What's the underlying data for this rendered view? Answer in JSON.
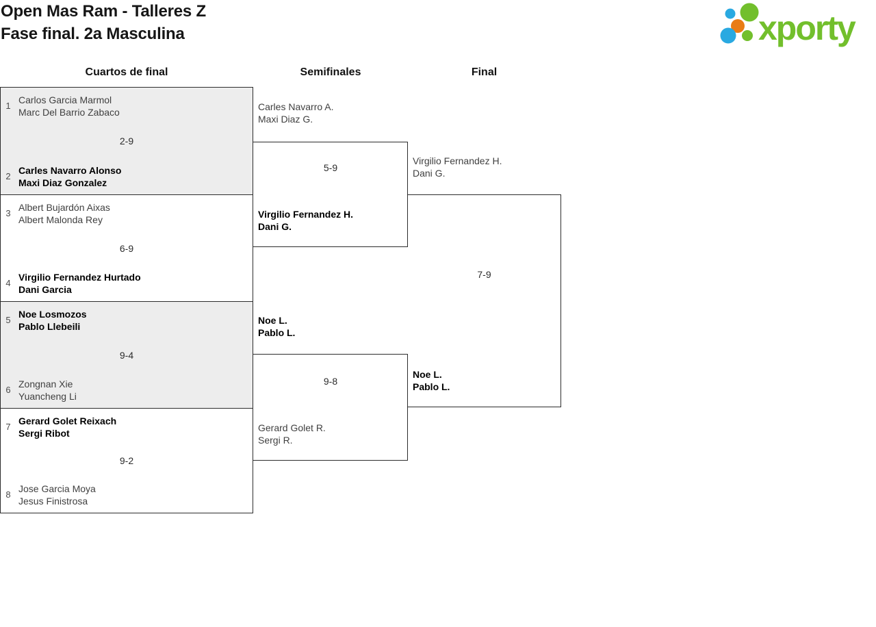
{
  "header": {
    "title_line1": "Open Mas Ram - Talleres Z",
    "title_line2": "Fase final. 2a Masculina"
  },
  "logo": {
    "text": "xporty",
    "green": "#72bf2c",
    "blue": "#29a9e1",
    "orange": "#e97c16"
  },
  "columns": {
    "quarterfinals": "Cuartos de final",
    "semifinals": "Semifinales",
    "final": "Final"
  },
  "quarterfinals": [
    {
      "seed_a": "1",
      "team_a_line1": "Carlos Garcia Marmol",
      "team_a_line2": "Marc Del Barrio Zabaco",
      "score": "2-9",
      "seed_b": "2",
      "team_b_line1": "Carles Navarro Alonso",
      "team_b_line2": "Maxi Diaz Gonzalez",
      "winner": "b"
    },
    {
      "seed_a": "3",
      "team_a_line1": "Albert Bujardón Aixas",
      "team_a_line2": "Albert Malonda Rey",
      "score": "6-9",
      "seed_b": "4",
      "team_b_line1": "Virgilio Fernandez Hurtado",
      "team_b_line2": "Dani Garcia",
      "winner": "b"
    },
    {
      "seed_a": "5",
      "team_a_line1": "Noe Losmozos",
      "team_a_line2": "Pablo Llebeili",
      "score": "9-4",
      "seed_b": "6",
      "team_b_line1": "Zongnan Xie",
      "team_b_line2": "Yuancheng Li",
      "winner": "a"
    },
    {
      "seed_a": "7",
      "team_a_line1": "Gerard Golet Reixach",
      "team_a_line2": "Sergi Ribot",
      "score": "9-2",
      "seed_b": "8",
      "team_b_line1": "Jose Garcia Moya",
      "team_b_line2": "Jesus Finistrosa",
      "winner": "a"
    }
  ],
  "semifinals": [
    {
      "team_a_line1": "Carles Navarro A.",
      "team_a_line2": "Maxi Diaz G.",
      "score": "5-9",
      "team_b_line1": "Virgilio Fernandez H.",
      "team_b_line2": "Dani G.",
      "winner": "b"
    },
    {
      "team_a_line1": "Noe L.",
      "team_a_line2": "Pablo L.",
      "score": "9-8",
      "team_b_line1": "Gerard Golet R.",
      "team_b_line2": "Sergi R.",
      "winner": "a"
    }
  ],
  "final": {
    "team_a_line1": "Virgilio Fernandez H.",
    "team_a_line2": "Dani G.",
    "score": "7-9",
    "team_b_line1": "Noe L.",
    "team_b_line2": "Pablo L.",
    "winner": "b"
  }
}
